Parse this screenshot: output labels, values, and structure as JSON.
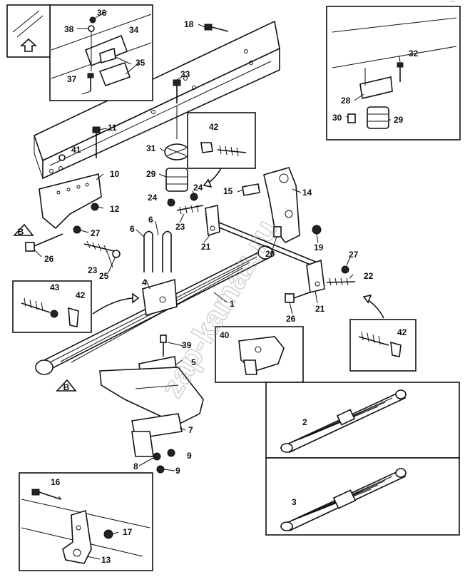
{
  "watermark": "zap-kamaz.ru",
  "corner_mark": "¯",
  "view_marker_label": "B",
  "callouts": {
    "c1": "1",
    "c2": "2",
    "c3": "3",
    "c4": "4",
    "c5": "5",
    "c6a": "6",
    "c6b": "6",
    "c7": "7",
    "c8": "8",
    "c9a": "9",
    "c9b": "9",
    "c10": "10",
    "c11": "11",
    "c12": "12",
    "c13": "13",
    "c14": "14",
    "c15": "15",
    "c16": "16",
    "c17": "17",
    "c18": "18",
    "c19": "19",
    "c20": "20",
    "c21a": "21",
    "c21b": "21",
    "c22": "22",
    "c23a": "23",
    "c23b": "23",
    "c24a": "24",
    "c24b": "24",
    "c25": "25",
    "c26a": "26",
    "c26b": "26",
    "c27a": "27",
    "c27b": "27",
    "c28": "28",
    "c29a": "29",
    "c29b": "29",
    "c30": "30",
    "c31": "31",
    "c32": "32",
    "c33": "33",
    "c34": "34",
    "c35": "35",
    "c36": "36",
    "c37": "37",
    "c38": "38",
    "c39": "39",
    "c40": "40",
    "c41": "41",
    "c42a": "42",
    "c42b": "42",
    "c42c": "42",
    "c43": "43"
  }
}
